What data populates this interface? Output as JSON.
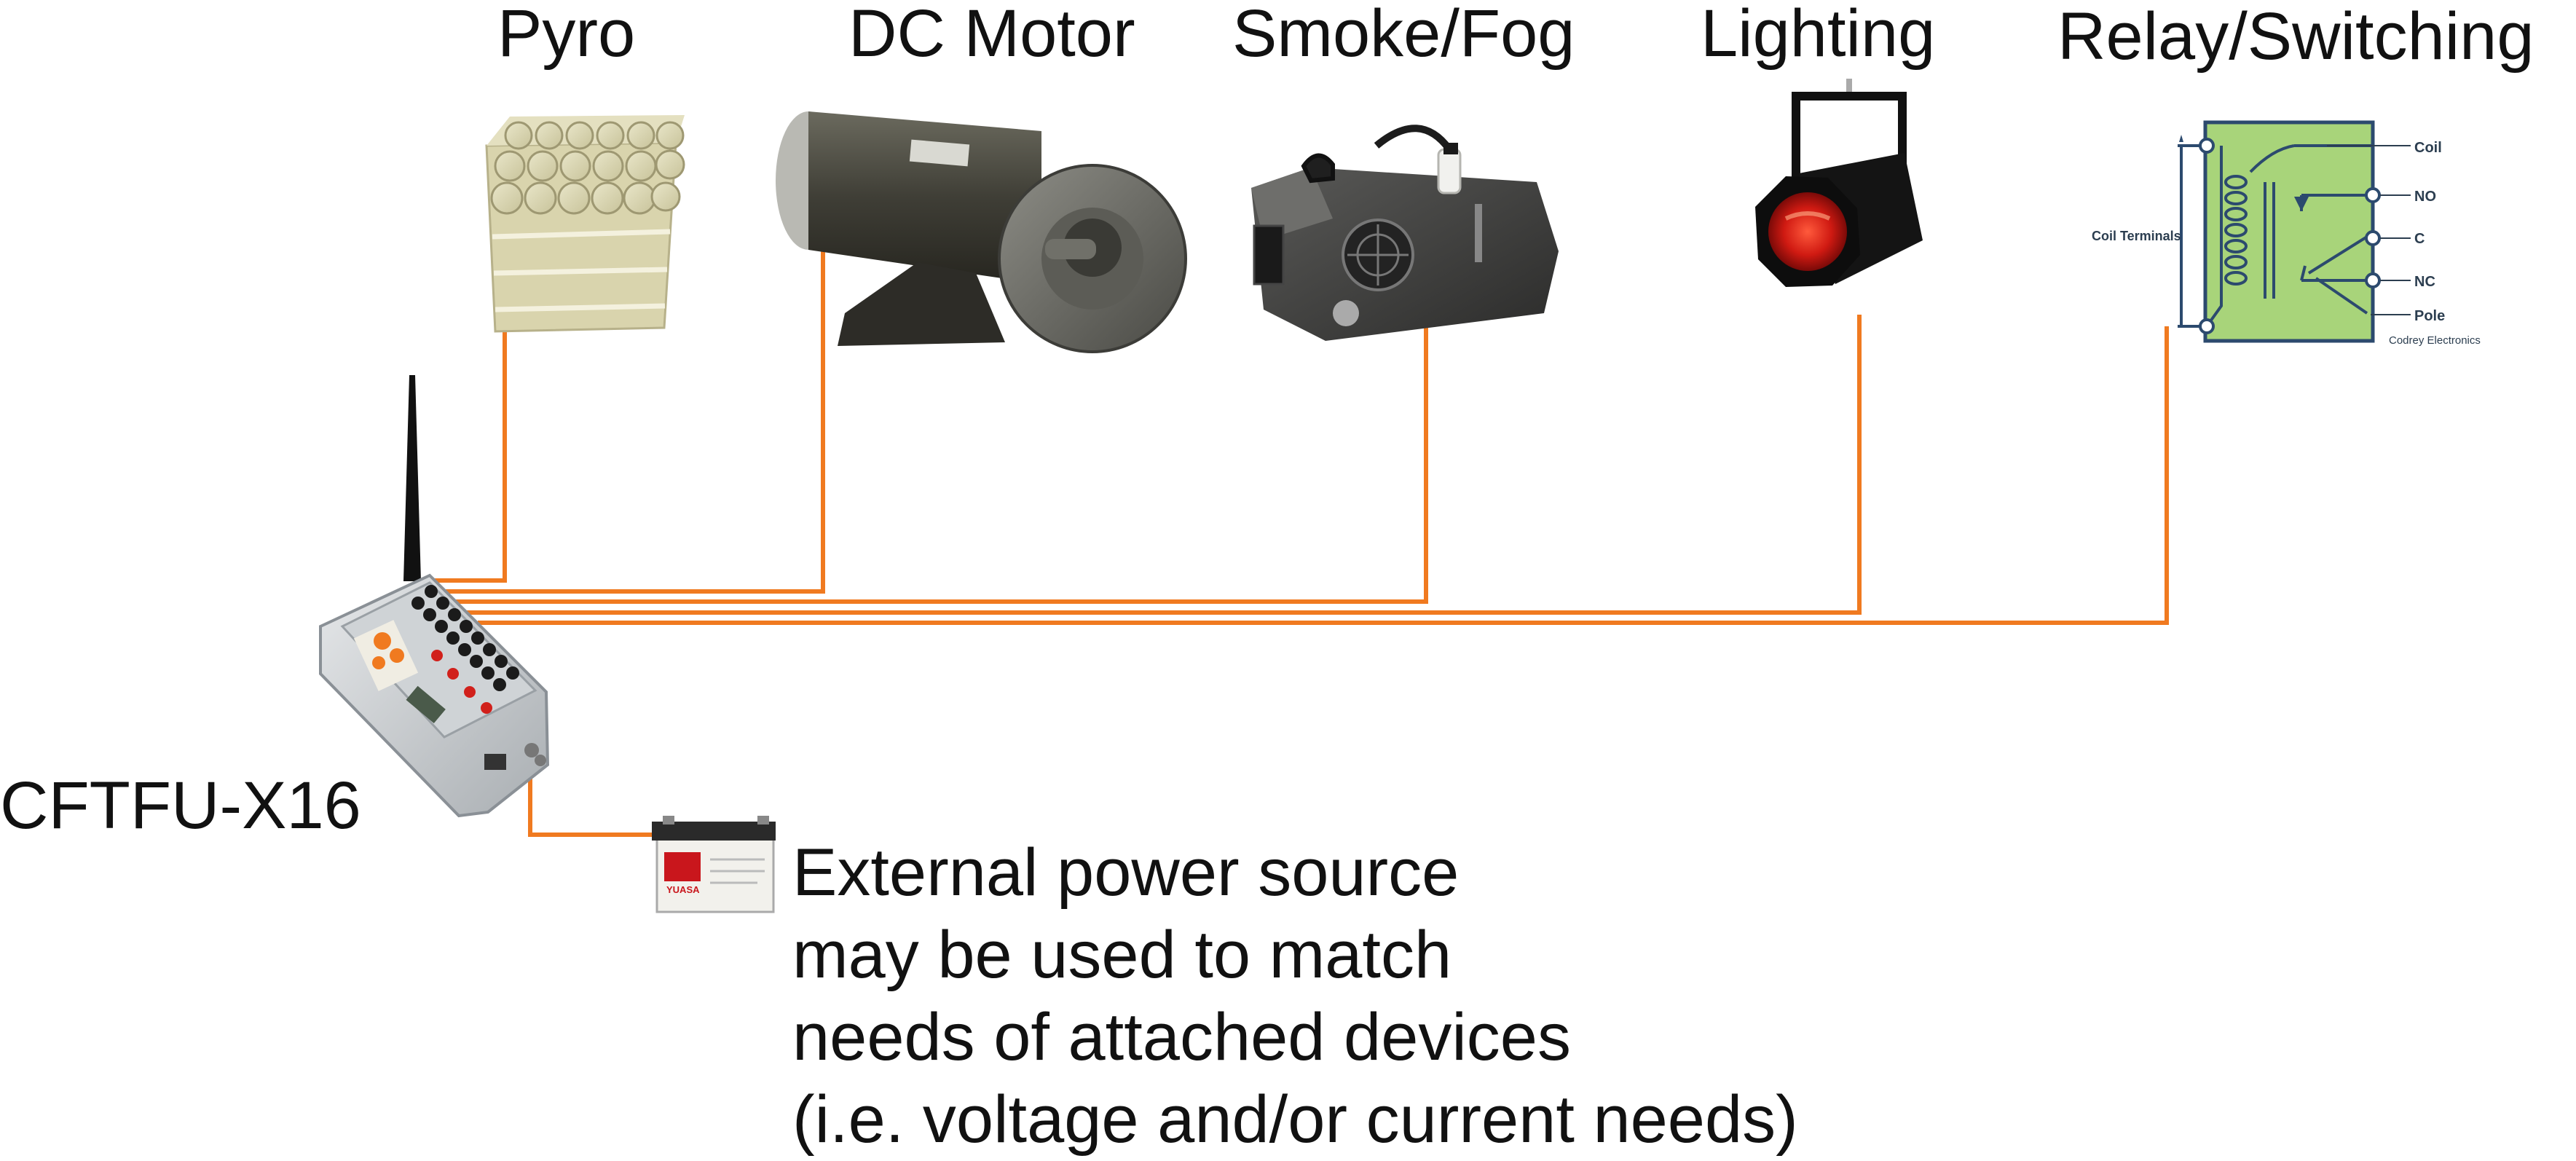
{
  "devices": {
    "pyro": "Pyro",
    "dc_motor": "DC Motor",
    "smoke_fog": "Smoke/Fog",
    "lighting": "Lighting",
    "relay": "Relay/Switching"
  },
  "controller": {
    "name": "CFTFU-X16"
  },
  "relay_diagram": {
    "coil": "Coil",
    "no": "NO",
    "c": "C",
    "nc": "NC",
    "pole": "Pole",
    "coil_terminals": "Coil Terminals",
    "credit": "Codrey Electronics"
  },
  "power": {
    "battery_brand": "YUASA",
    "note_lines": [
      "External power source",
      "may be used to match",
      "needs of attached devices",
      "(i.e. voltage and/or current needs)"
    ]
  },
  "colors": {
    "wire": "#f07a20",
    "relay_bg": "#a8d47a",
    "relay_border": "#2c4a6e"
  }
}
